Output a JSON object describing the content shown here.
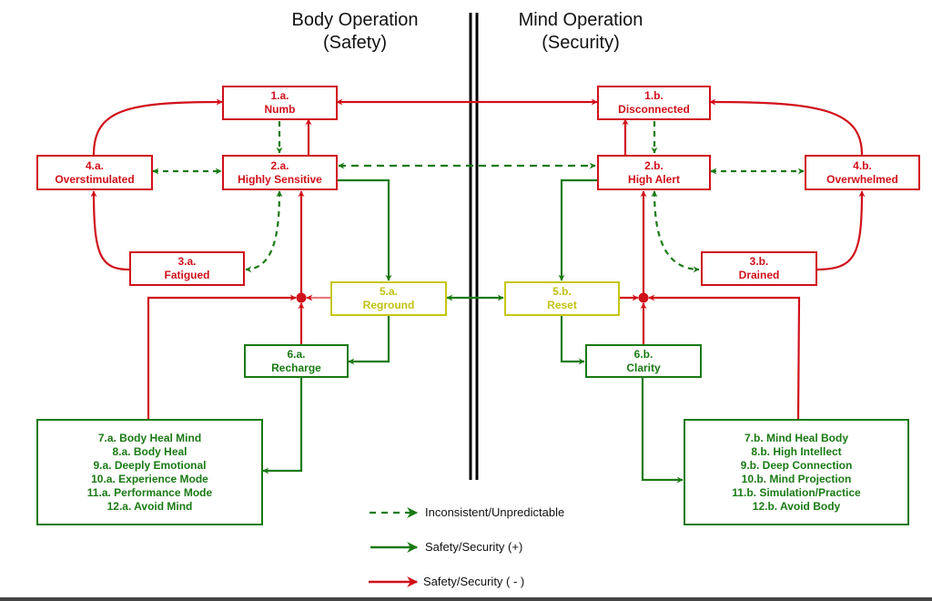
{
  "headers": {
    "left": {
      "line1": "Body Operation",
      "line2": "(Safety)"
    },
    "right": {
      "line1": "Mind Operation",
      "line2": "(Security)"
    }
  },
  "colors": {
    "negative": "#d0101a",
    "positive": "#1a7a14",
    "neutral": "#c6c613",
    "separator": "#000000"
  },
  "nodes": {
    "n1a": {
      "id": "1.a.",
      "label": "Numb",
      "status": "negative"
    },
    "n2a": {
      "id": "2.a.",
      "label": "Highly Sensitive",
      "status": "negative"
    },
    "n3a": {
      "id": "3.a.",
      "label": "Fatigued",
      "status": "negative"
    },
    "n4a": {
      "id": "4.a.",
      "label": "Overstimulated",
      "status": "negative"
    },
    "n5a": {
      "id": "5.a.",
      "label": "Reground",
      "status": "neutral"
    },
    "n6a": {
      "id": "6.a.",
      "label": "Recharge",
      "status": "positive"
    },
    "n1b": {
      "id": "1.b.",
      "label": "Disconnected",
      "status": "negative"
    },
    "n2b": {
      "id": "2.b.",
      "label": "High Alert",
      "status": "negative"
    },
    "n3b": {
      "id": "3.b.",
      "label": "Drained",
      "status": "negative"
    },
    "n4b": {
      "id": "4.b.",
      "label": "Overwhelmed",
      "status": "negative"
    },
    "n5b": {
      "id": "5.b.",
      "label": "Reset",
      "status": "neutral"
    },
    "n6b": {
      "id": "6.b.",
      "label": "Clarity",
      "status": "positive"
    },
    "n7a": {
      "status": "positive",
      "lines": [
        "7.a. Body Heal Mind",
        "8.a. Body Heal",
        "9.a. Deeply Emotional",
        "10.a. Experience Mode",
        "11.a. Performance Mode",
        "12.a. Avoid Mind"
      ]
    },
    "n7b": {
      "status": "positive",
      "lines": [
        "7.b. Mind Heal Body",
        "8.b. High Intellect",
        "9.b. Deep Connection",
        "10.b. Mind Projection",
        "11.b. Simulation/Practice",
        "12.b. Avoid Body"
      ]
    }
  },
  "edges": [
    {
      "from": "4.a.",
      "to": "1.a.",
      "type": "negative"
    },
    {
      "from": "2.a.",
      "to": "1.a.",
      "type": "negative"
    },
    {
      "from": "1.a.",
      "to": "2.a.",
      "type": "inconsistent"
    },
    {
      "from": "1.a.",
      "to": "1.b.",
      "type": "negative",
      "bidirectional": true
    },
    {
      "from": "4.a.",
      "to": "2.a.",
      "type": "inconsistent",
      "bidirectional": true
    },
    {
      "from": "3.a.",
      "to": "4.a.",
      "type": "negative"
    },
    {
      "from": "2.a.",
      "to": "3.a.",
      "type": "inconsistent",
      "bidirectional": true
    },
    {
      "from": "2.a.",
      "to": "5.a.",
      "type": "positive"
    },
    {
      "from": "2.a.",
      "to": "2.b.",
      "type": "inconsistent",
      "bidirectional": true
    },
    {
      "from": "5.a.",
      "to": "junction-a",
      "type": "negative"
    },
    {
      "from": "junction-a",
      "to": "2.a.",
      "type": "negative"
    },
    {
      "from": "6.a.",
      "to": "junction-a",
      "type": "negative"
    },
    {
      "from": "7.a.",
      "to": "junction-a",
      "type": "negative"
    },
    {
      "from": "5.a.",
      "to": "6.a.",
      "type": "positive"
    },
    {
      "from": "6.a.",
      "to": "7.a.",
      "type": "positive"
    },
    {
      "from": "5.a.",
      "to": "5.b.",
      "type": "positive",
      "bidirectional": true
    },
    {
      "from": "2.b.",
      "to": "1.b.",
      "type": "negative"
    },
    {
      "from": "1.b.",
      "to": "2.b.",
      "type": "inconsistent"
    },
    {
      "from": "4.b.",
      "to": "1.b.",
      "type": "negative"
    },
    {
      "from": "2.b.",
      "to": "4.b.",
      "type": "inconsistent",
      "bidirectional": true
    },
    {
      "from": "3.b.",
      "to": "4.b.",
      "type": "negative"
    },
    {
      "from": "2.b.",
      "to": "3.b.",
      "type": "inconsistent",
      "bidirectional": true
    },
    {
      "from": "2.b.",
      "to": "5.b.",
      "type": "positive"
    },
    {
      "from": "5.b.",
      "to": "junction-b",
      "type": "negative"
    },
    {
      "from": "junction-b",
      "to": "2.b.",
      "type": "negative"
    },
    {
      "from": "6.b.",
      "to": "junction-b",
      "type": "negative"
    },
    {
      "from": "7.b.",
      "to": "junction-b",
      "type": "negative"
    },
    {
      "from": "5.b.",
      "to": "6.b.",
      "type": "positive"
    },
    {
      "from": "6.b.",
      "to": "7.b.",
      "type": "positive"
    }
  ],
  "legend": [
    {
      "style": "inconsistent",
      "label": "Inconsistent/Unpredictable"
    },
    {
      "style": "positive",
      "label": "Safety/Security (+)"
    },
    {
      "style": "negative",
      "label": "Safety/Security ( - )"
    }
  ]
}
